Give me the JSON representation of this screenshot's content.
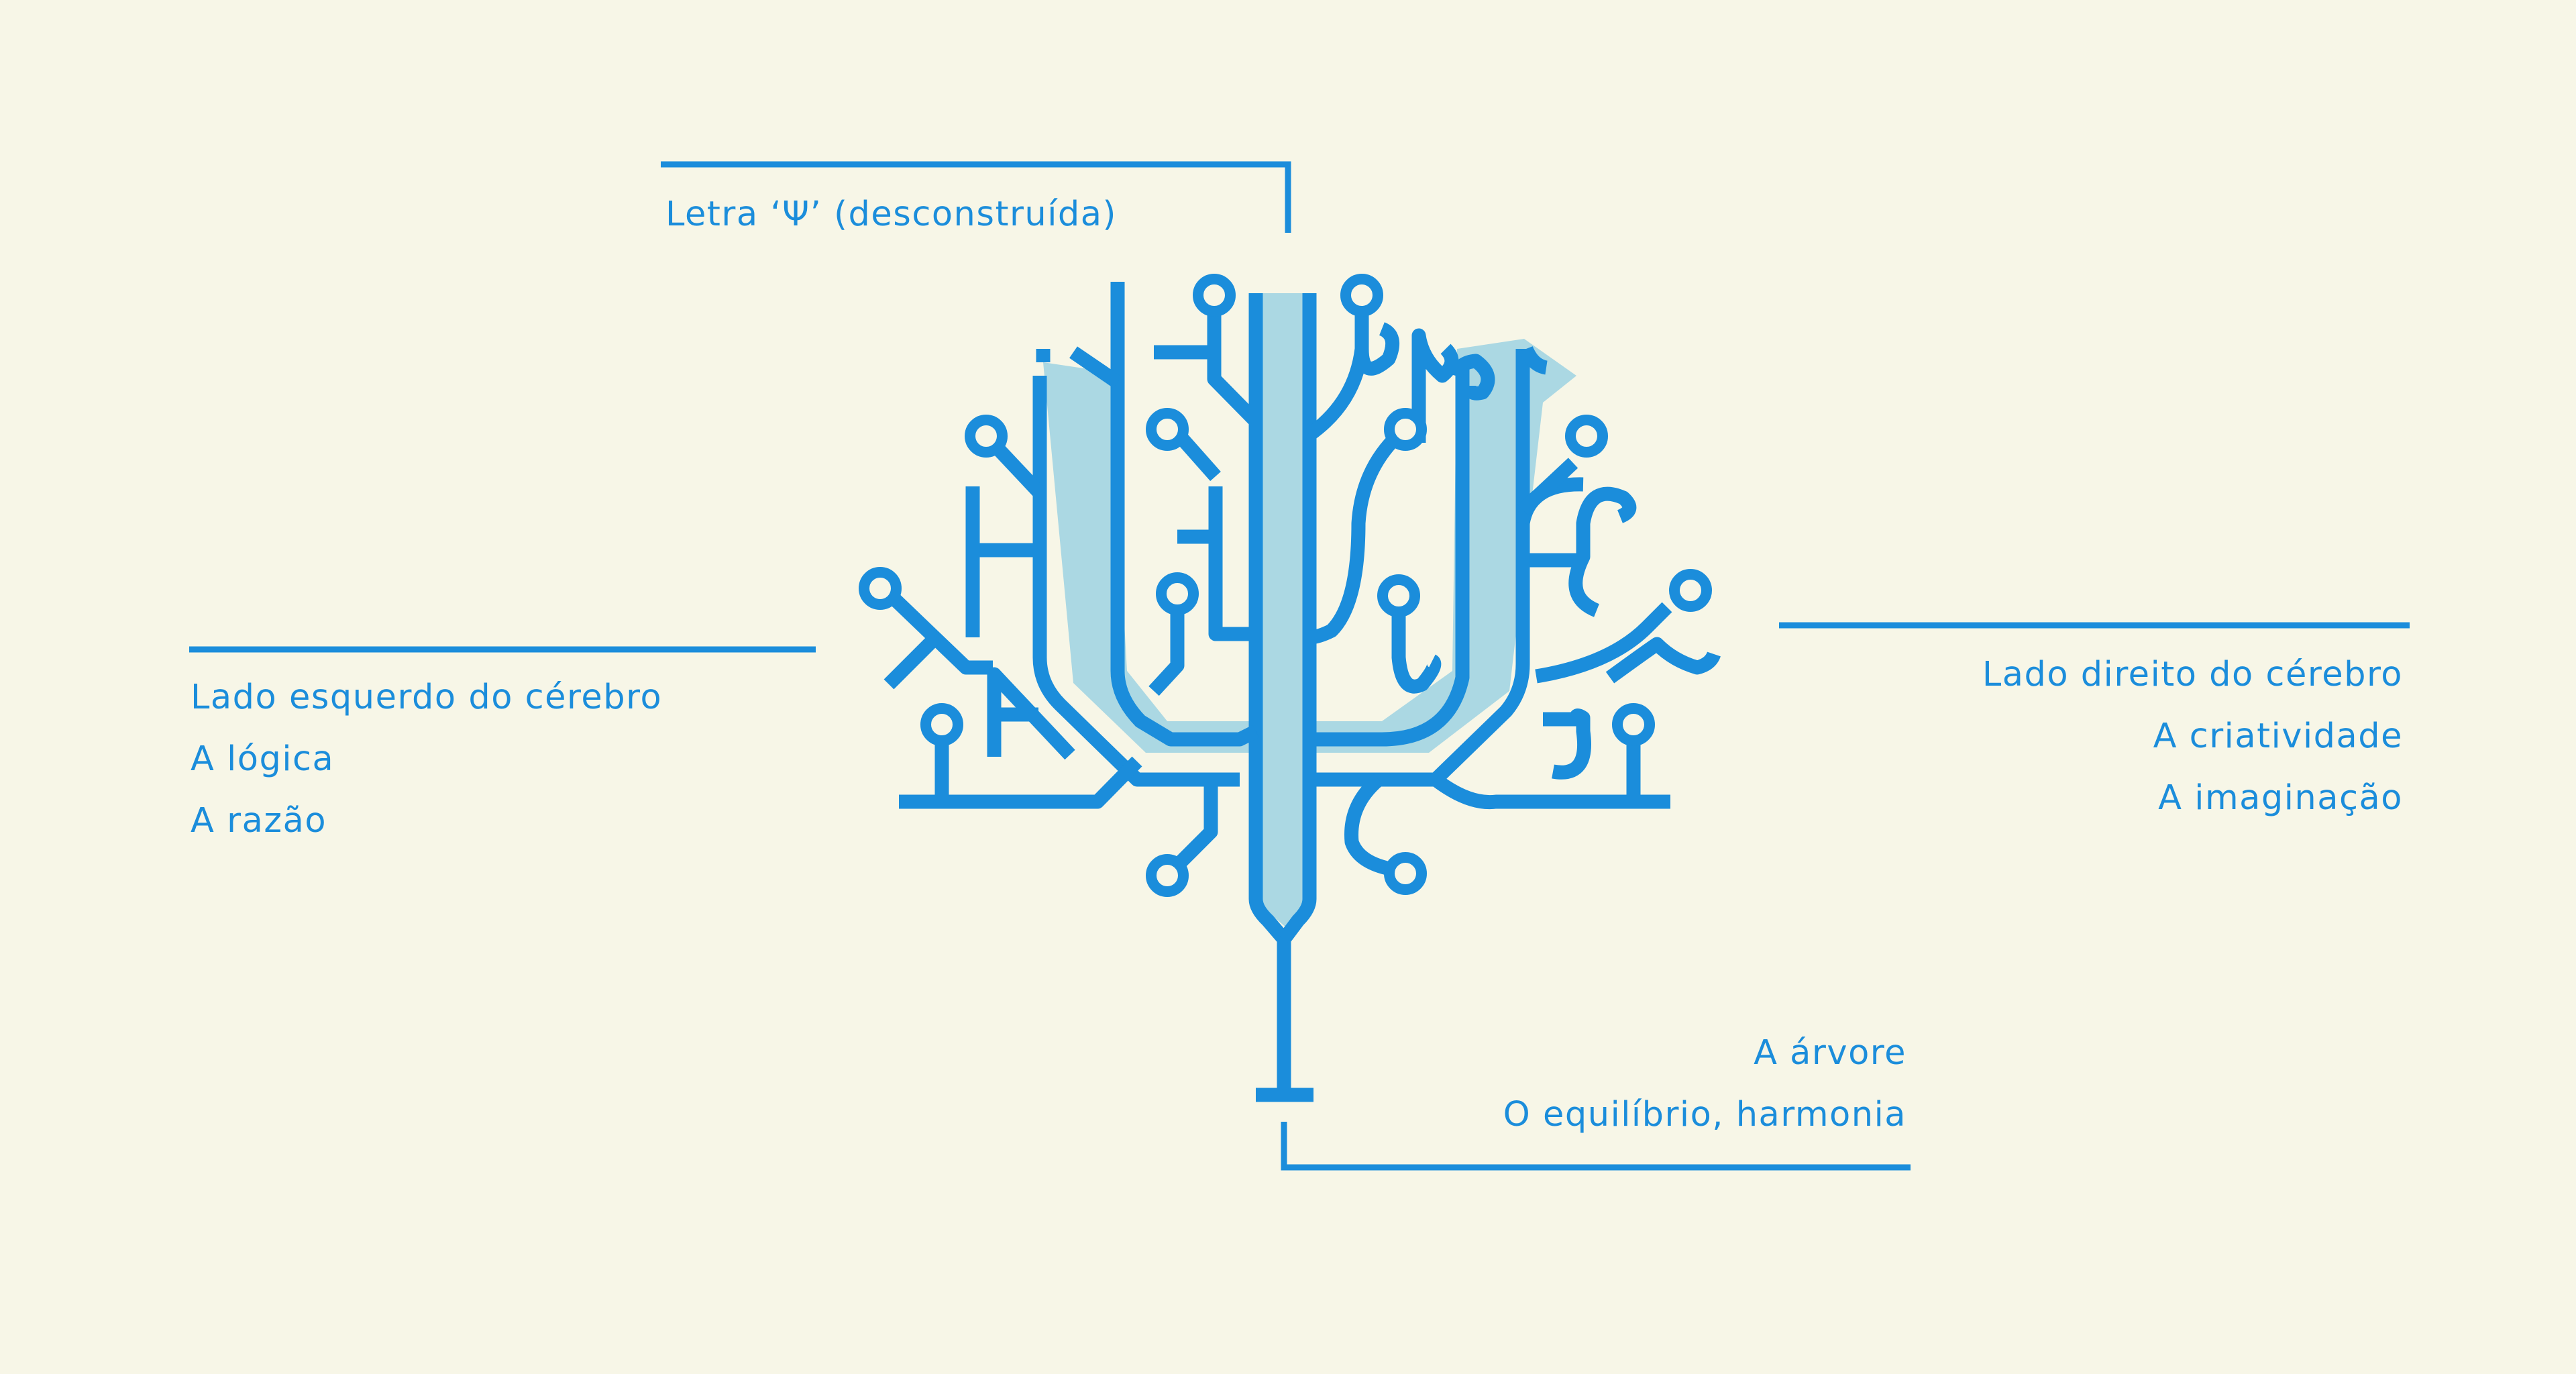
{
  "colors": {
    "background": "#f7f6e7",
    "primary": "#1b8ddb",
    "fill": "#abd8e3"
  },
  "labels": {
    "psi": "Letra ‘Ψ’ (desconstruída)",
    "left": [
      "Lado esquerdo do cérebro",
      "A lógica",
      "A razão"
    ],
    "right": [
      "Lado direito do cérebro",
      "A criatividade",
      "A imaginação"
    ],
    "tree": [
      "A árvore",
      "O equilíbrio, harmonia"
    ]
  }
}
